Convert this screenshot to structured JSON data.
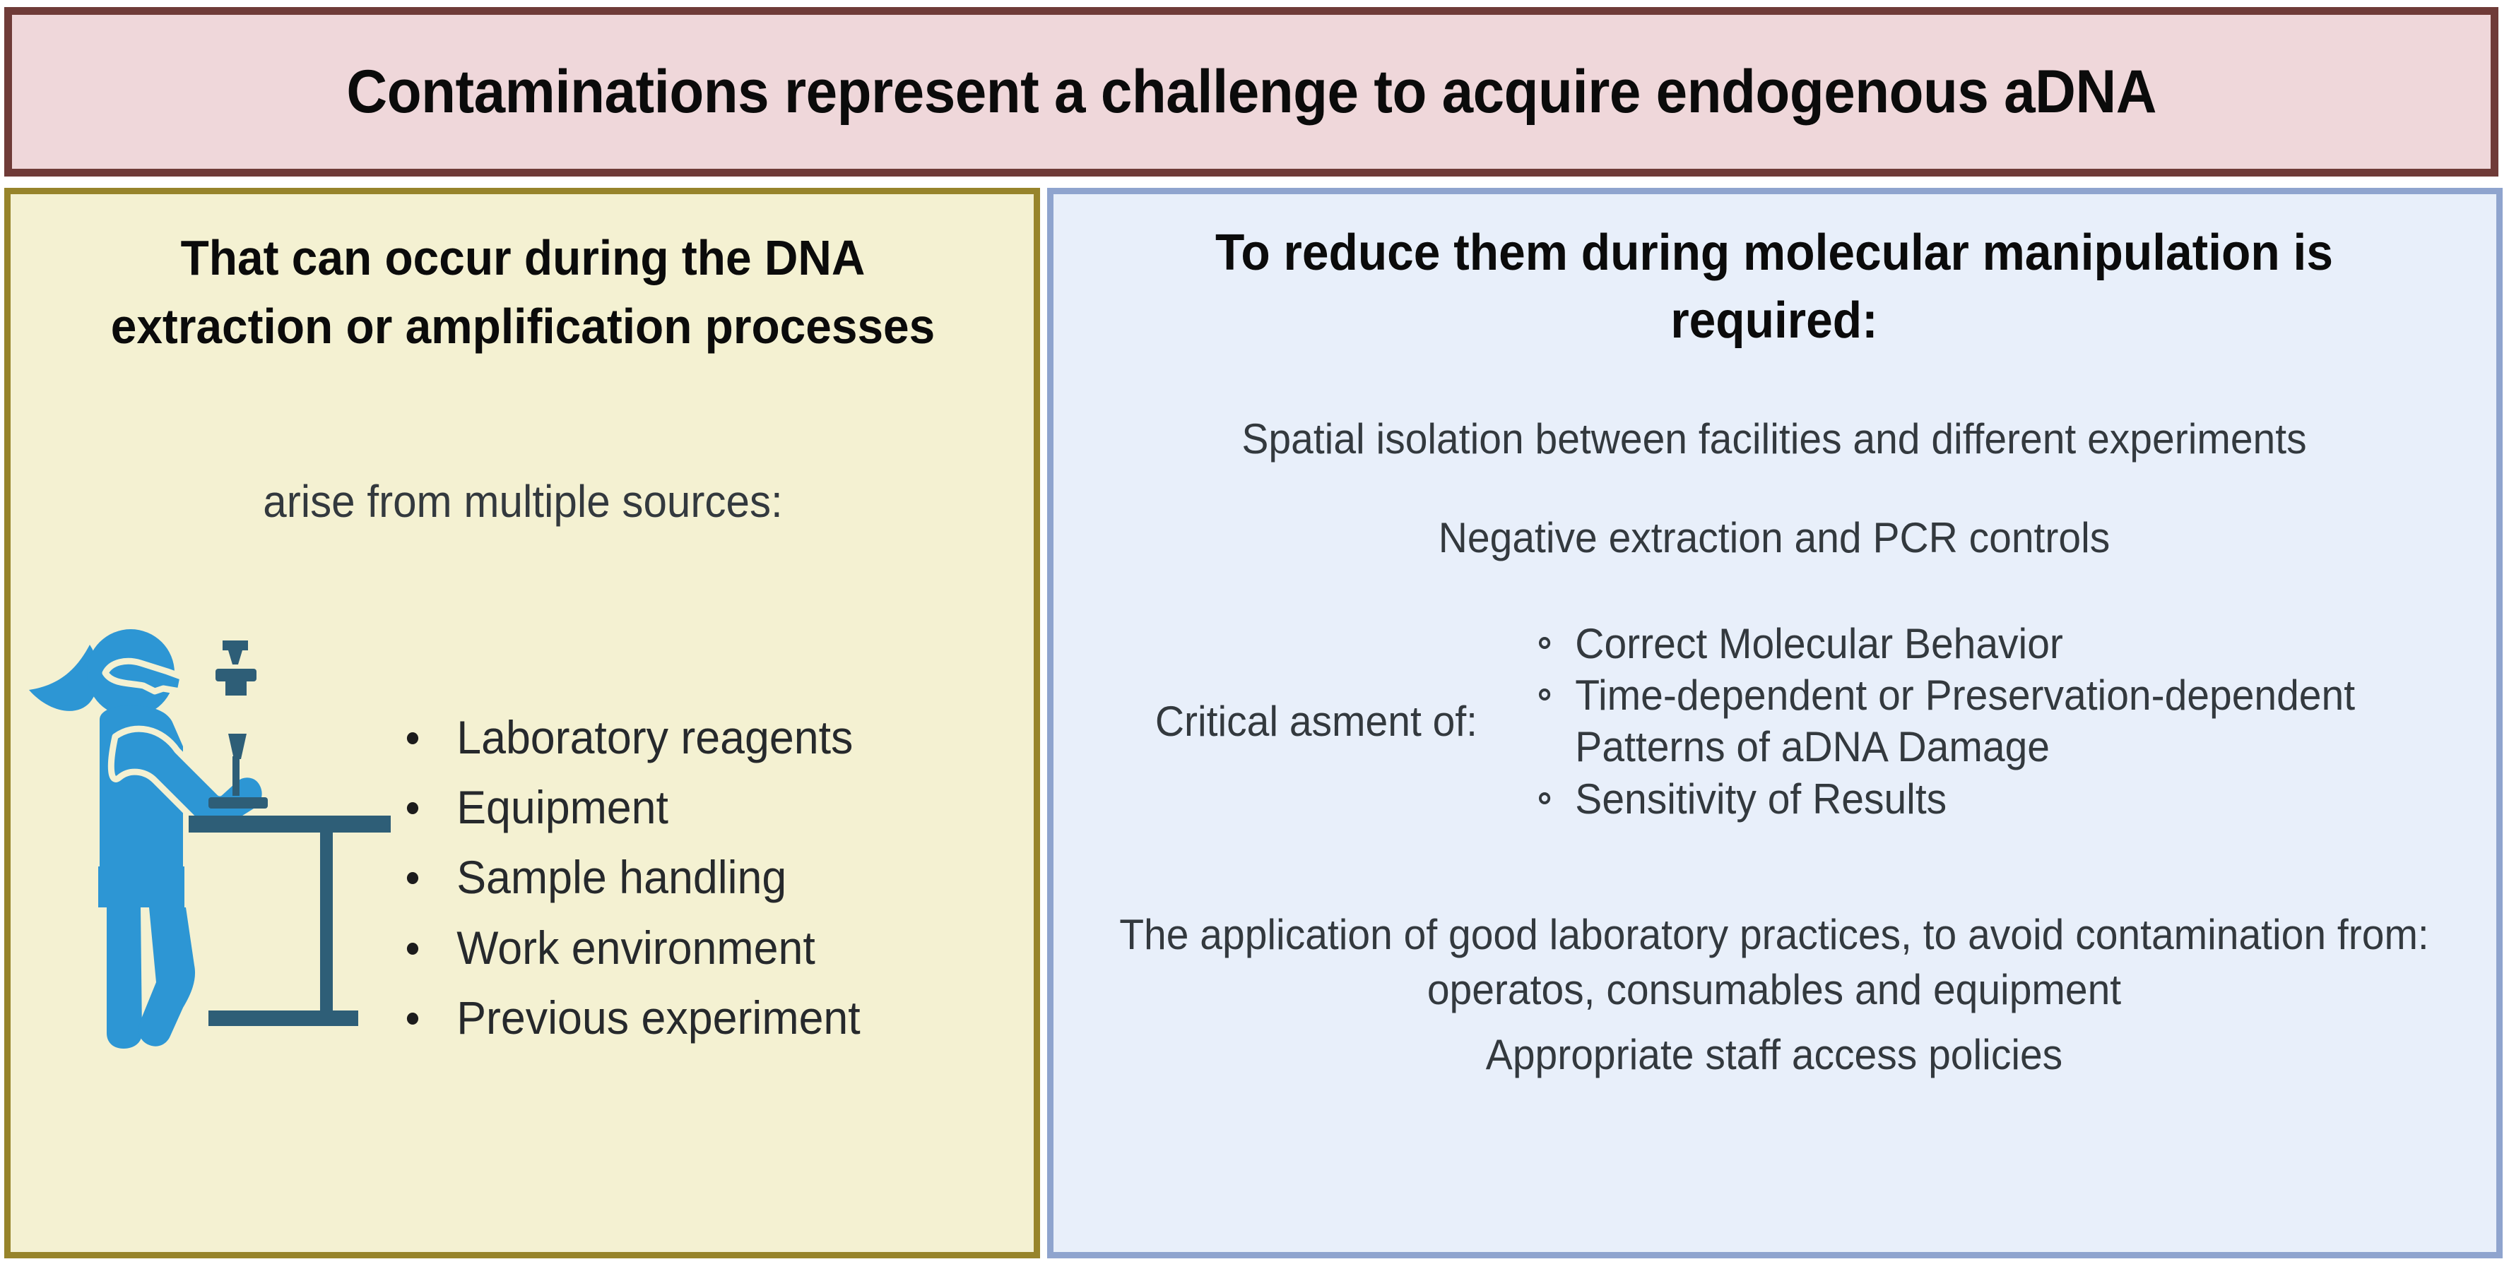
{
  "header": {
    "title": "Contaminations represent a challenge to acquire endogenous aDNA",
    "fill_color": "#EFD7DA",
    "border_color": "#6F3B38"
  },
  "left_panel": {
    "fill_color": "#F4F1D2",
    "border_color": "#97842B",
    "heading": "That can occur during the DNA extraction or amplification processes",
    "subheading": "arise from multiple sources:",
    "illustration": {
      "name": "lab-scientist-pipetting-illustration",
      "figure_color": "#2D96D4",
      "bench_color": "#2E5E77"
    },
    "sources": [
      "Laboratory reagents",
      "Equipment",
      "Sample handling",
      "Work environment",
      "Previous experiment"
    ]
  },
  "right_panel": {
    "fill_color": "#E8EFFA",
    "border_color": "#8FA4CE",
    "heading": "To reduce them during molecular manipulation is required:",
    "measures": {
      "spatial": "Spatial isolation between facilities and different experiments",
      "negative": "Negative extraction and PCR controls",
      "good_lab": "The application of good laboratory practices, to avoid contamination from: operatos, consumables and equipment",
      "staff": "Appropriate staff access policies"
    },
    "critical": {
      "label": "Critical asment of:",
      "items": [
        "Correct Molecular Behavior",
        "Time-dependent or Preservation-dependent Patterns of aDNA Damage",
        "Sensitivity of Results"
      ]
    }
  }
}
